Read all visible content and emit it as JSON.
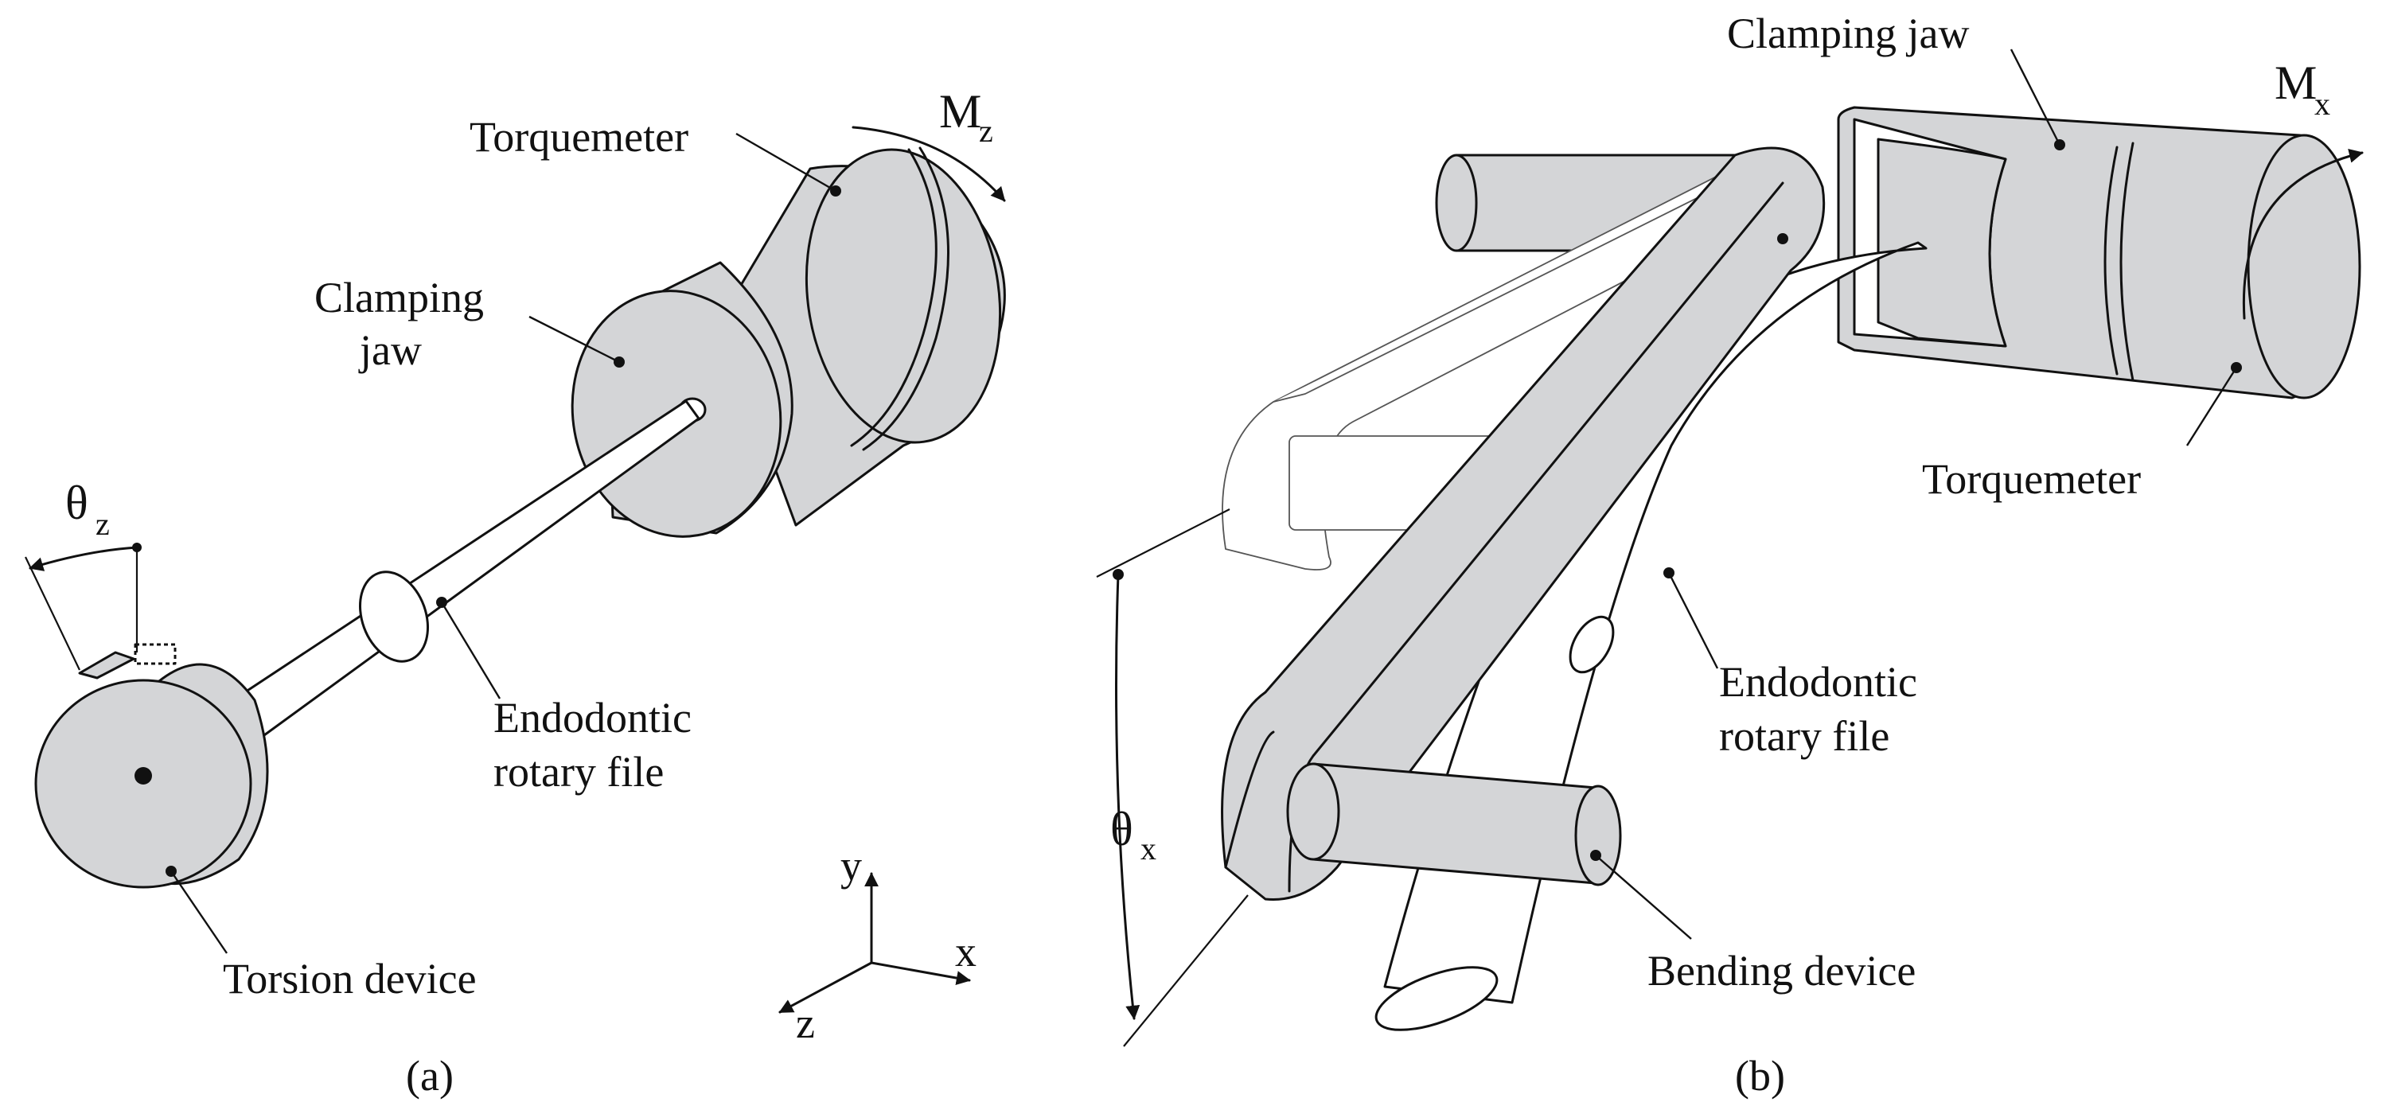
{
  "panel_a": {
    "caption": "(a)",
    "labels": {
      "torquemeter": "Torquemeter",
      "clamping_jaw_line1": "Clamping",
      "clamping_jaw_line2": "jaw",
      "file_line1": "Endodontic",
      "file_line2": "rotary file",
      "torsion_device": "Torsion device"
    },
    "moment": {
      "symbol": "M",
      "subscript": "z"
    },
    "angle": {
      "symbol": "θ",
      "subscript": "z"
    },
    "axes": {
      "x": "x",
      "y": "y",
      "z": "z"
    }
  },
  "panel_b": {
    "caption": "(b)",
    "labels": {
      "clamping_jaw": "Clamping jaw",
      "torquemeter": "Torquemeter",
      "file_line1": "Endodontic",
      "file_line2": "rotary file",
      "bending_device": "Bending device"
    },
    "moment": {
      "symbol": "M",
      "subscript": "x"
    },
    "angle": {
      "symbol": "θ",
      "subscript": "x"
    }
  },
  "colors": {
    "body_fill": "#d4d5d7",
    "line": "#111111",
    "background": "#ffffff"
  }
}
